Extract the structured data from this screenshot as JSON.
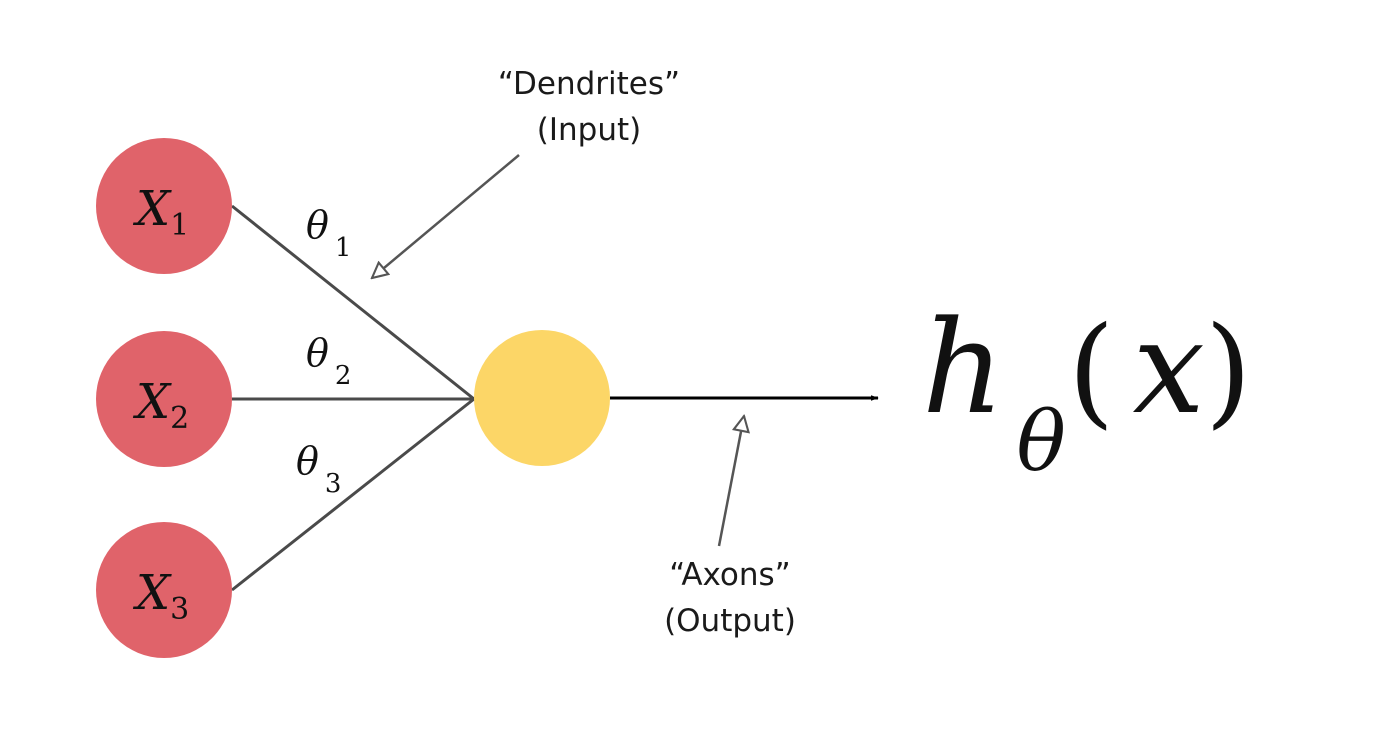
{
  "inputs": [
    {
      "symbol": "X",
      "subscript": "1"
    },
    {
      "symbol": "X",
      "subscript": "2"
    },
    {
      "symbol": "X",
      "subscript": "3"
    }
  ],
  "weights": [
    {
      "symbol": "θ",
      "subscript": "1"
    },
    {
      "symbol": "θ",
      "subscript": "2"
    },
    {
      "symbol": "θ",
      "subscript": "3"
    }
  ],
  "annotations": {
    "dendrites": {
      "line1": "“Dendrites”",
      "line2": "(Input)"
    },
    "axons": {
      "line1": "“Axons”",
      "line2": "(Output)"
    }
  },
  "output": {
    "function": "h",
    "subscript": "θ",
    "open_paren": "(",
    "argument": "x",
    "close_paren": ")"
  },
  "colors": {
    "input_node": "#E0636A",
    "neuron_node": "#FCD667",
    "edge": "#4a4a4a",
    "output_arrow": "#000000",
    "annotation_arrow": "#555555"
  }
}
